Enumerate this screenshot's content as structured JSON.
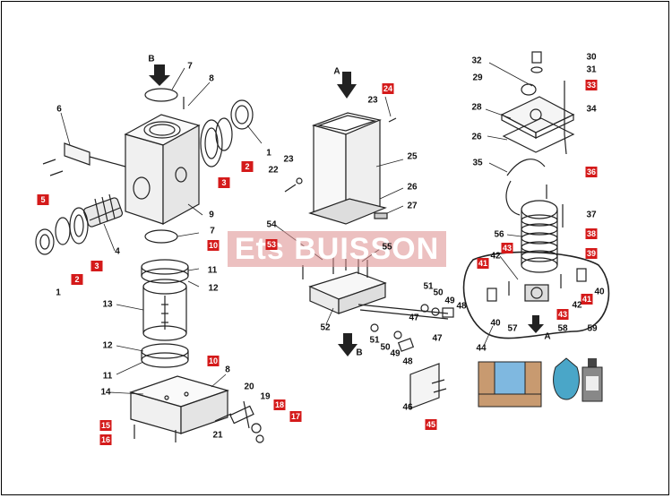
{
  "watermark": "Ets BUISSON",
  "view_labels": {
    "b1": "B",
    "a1": "A",
    "b2": "B",
    "a2": "A"
  },
  "black_labels": {
    "l1a": "1",
    "l1b": "1",
    "l4": "4",
    "l6": "6",
    "l7a": "7",
    "l7b": "7",
    "l8a": "8",
    "l8b": "8",
    "l9": "9",
    "l11a": "11",
    "l11b": "11",
    "l12a": "12",
    "l12b": "12",
    "l13": "13",
    "l14": "14",
    "l19": "19",
    "l20": "20",
    "l21": "21",
    "l22": "22",
    "l23a": "23",
    "l23b": "23",
    "l25": "25",
    "l26a": "26",
    "l26b": "26",
    "l27": "27",
    "l28": "28",
    "l29": "29",
    "l30": "30",
    "l31": "31",
    "l32": "32",
    "l34": "34",
    "l35": "35",
    "l37": "37",
    "l40a": "40",
    "l40b": "40",
    "l42a": "42",
    "l42b": "42",
    "l44": "44",
    "l46": "46",
    "l47a": "47",
    "l47b": "47",
    "l48a": "48",
    "l48b": "48",
    "l49a": "49",
    "l49b": "49",
    "l50a": "50",
    "l50b": "50",
    "l51a": "51",
    "l51b": "51",
    "l52": "52",
    "l54": "54",
    "l55": "55",
    "l56": "56",
    "l57": "57",
    "l58": "58",
    "l59": "59"
  },
  "red_labels": {
    "r2a": "2",
    "r2b": "2",
    "r3a": "3",
    "r3b": "3",
    "r5": "5",
    "r10a": "10",
    "r10b": "10",
    "r15": "15",
    "r16": "16",
    "r17": "17",
    "r18": "18",
    "r24": "24",
    "r33": "33",
    "r36": "36",
    "r38": "38",
    "r39": "39",
    "r41a": "41",
    "r41b": "41",
    "r43a": "43",
    "r43b": "43",
    "r45": "45",
    "r53": "53"
  },
  "colors": {
    "red_badge": "#d41a1a",
    "line": "#222222",
    "water": "#7fb8e0",
    "hatch": "#b07a4a"
  }
}
